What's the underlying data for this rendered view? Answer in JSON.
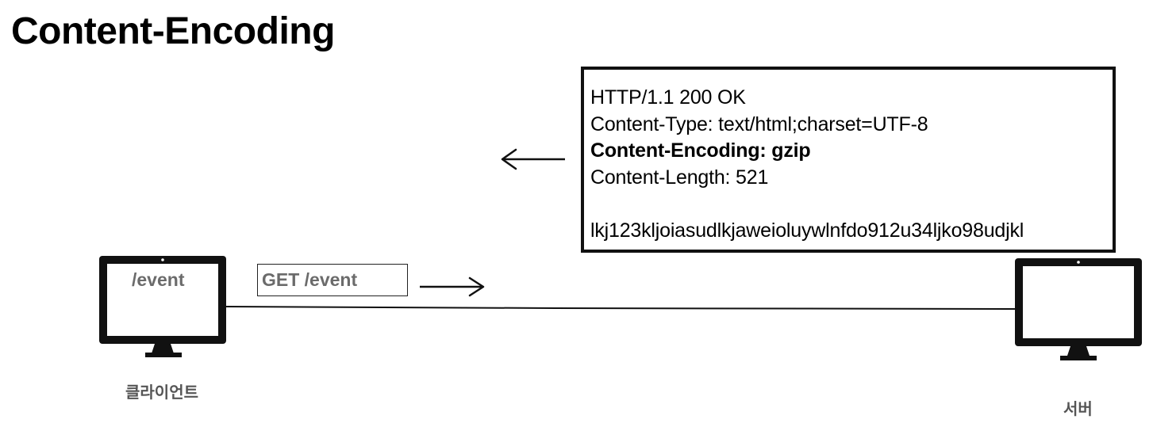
{
  "title": "Content-Encoding",
  "response": {
    "lines": [
      {
        "text": "HTTP/1.1 200 OK",
        "bold": false
      },
      {
        "text": "Content-Type: text/html;charset=UTF-8",
        "bold": false
      },
      {
        "text": "Content-Encoding: gzip",
        "bold": true
      },
      {
        "text": "Content-Length: 521",
        "bold": false
      },
      {
        "text": "",
        "bold": false
      },
      {
        "text": "lkj123kljoiasudlkjaweioluywlnfdo912u34ljko98udjkl",
        "bold": false
      }
    ]
  },
  "request": {
    "label": "GET /event"
  },
  "client": {
    "screen_text": "/event",
    "label": "클라이언트"
  },
  "server": {
    "label": "서버"
  },
  "colors": {
    "line": "#111111",
    "label_gray": "#6b6b6b"
  }
}
